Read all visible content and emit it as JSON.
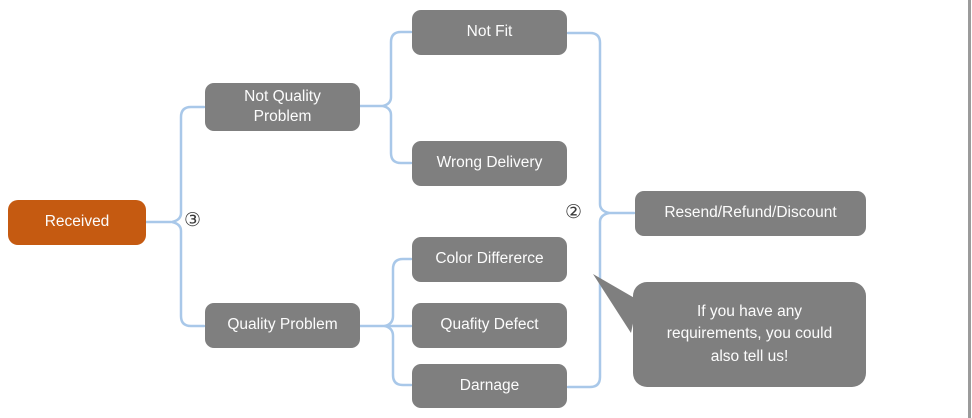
{
  "flowchart": {
    "root": {
      "label": "Received"
    },
    "markers": {
      "received_branch": "③",
      "outcome_branch": "②"
    },
    "not_quality": {
      "label": "Not Quality Problem",
      "children": [
        {
          "label": "Not Fit"
        },
        {
          "label": "Wrong Delivery"
        }
      ]
    },
    "quality": {
      "label": "Quality Problem",
      "children": [
        {
          "label": "Color Differerce"
        },
        {
          "label": "Quafity Defect"
        },
        {
          "label": "Darnage"
        }
      ]
    },
    "outcome": {
      "label": "Resend/Refund/Discount"
    },
    "note": {
      "label": "If you have any requirements, you could also tell us!"
    },
    "colors": {
      "root_orange": "#C55A11",
      "node_gray": "#7F7F7F",
      "connector_blue": "#A9C8E9",
      "text_white": "#FCFCFC"
    }
  }
}
